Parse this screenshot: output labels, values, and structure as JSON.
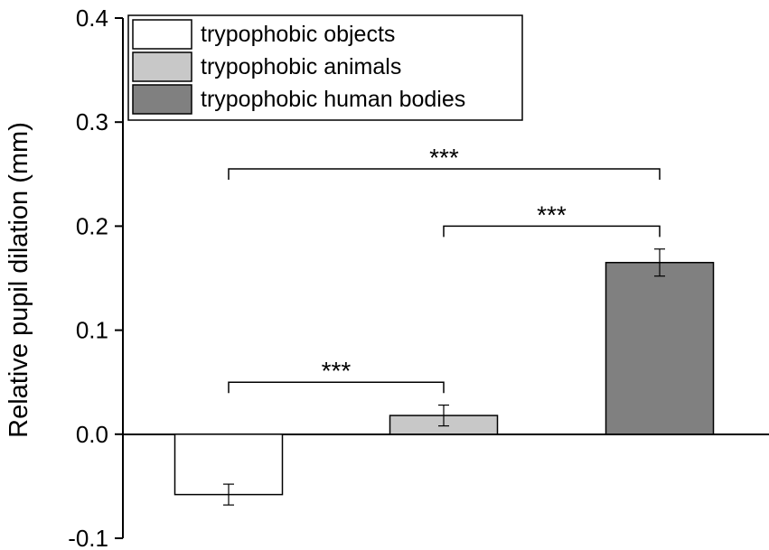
{
  "chart_data": {
    "type": "bar",
    "title": "",
    "xlabel": "",
    "ylabel": "Relative pupil dilation (mm)",
    "ylim": [
      -0.1,
      0.4
    ],
    "yticks": [
      -0.1,
      0.0,
      0.1,
      0.2,
      0.3,
      0.4
    ],
    "ytick_labels": [
      "-0.1",
      "0.0",
      "0.1",
      "0.2",
      "0.3",
      "0.4"
    ],
    "grid": false,
    "legend_position": "top-left",
    "series": [
      {
        "name": "trypophobic objects",
        "value": -0.058,
        "error": 0.01,
        "color": "#ffffff"
      },
      {
        "name": "trypophobic animals",
        "value": 0.018,
        "error": 0.01,
        "color": "#c8c8c8"
      },
      {
        "name": "trypophobic human bodies",
        "value": 0.165,
        "error": 0.013,
        "color": "#808080"
      }
    ],
    "significance": [
      {
        "from": 0,
        "to": 1,
        "y": 0.05,
        "label": "***"
      },
      {
        "from": 1,
        "to": 2,
        "y": 0.2,
        "label": "***"
      },
      {
        "from": 0,
        "to": 2,
        "y": 0.255,
        "label": "***"
      }
    ]
  }
}
